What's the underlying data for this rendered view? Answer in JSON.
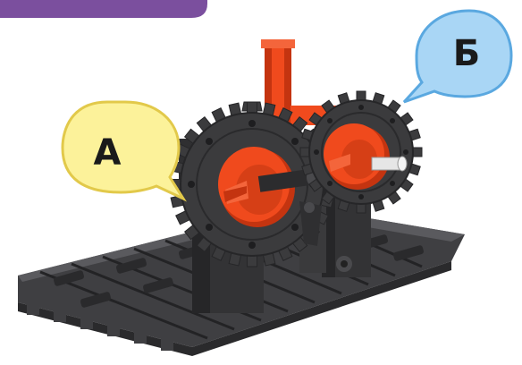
{
  "callouts": [
    {
      "id": "a",
      "text": "А",
      "fill": "#fcf29a",
      "stroke": "#e2c94a"
    },
    {
      "id": "b",
      "text": "Б",
      "fill": "#a9d6f5",
      "stroke": "#5aa8e0"
    }
  ],
  "colors": {
    "banner": "#7b4f9e",
    "gear": "#3b3b3d",
    "gear_edge": "#262628",
    "accent": "#f04a1d",
    "accent_dark": "#c43410",
    "base": "#3f3f42",
    "base_light": "#5a5a5e"
  }
}
